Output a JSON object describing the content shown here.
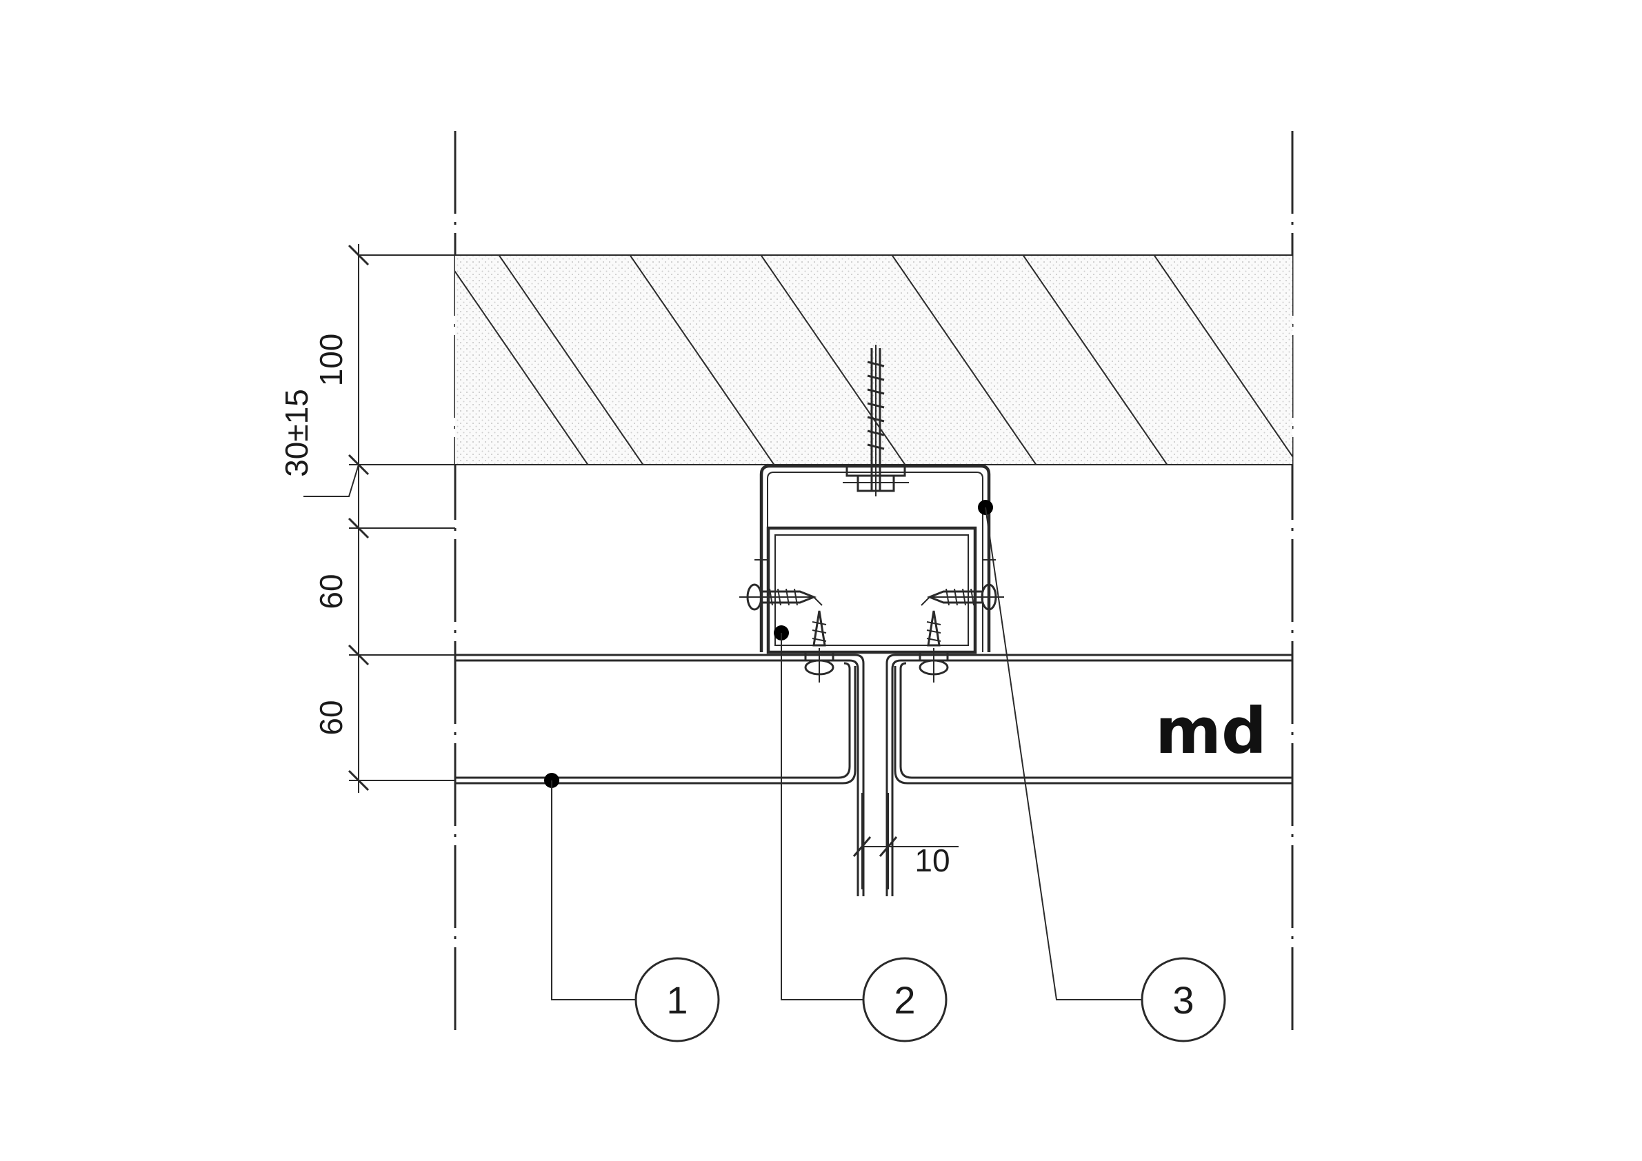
{
  "dimensions": {
    "top_layer": "100",
    "offset": "30±15",
    "profile_depth": "60",
    "panel_depth": "60",
    "joint_width": "10"
  },
  "callouts": [
    "1",
    "2",
    "3"
  ],
  "logo": "md",
  "colors": {
    "line": "#2a2a2a",
    "hatch_fill": "#f4f4f4",
    "dot": "#000000"
  }
}
